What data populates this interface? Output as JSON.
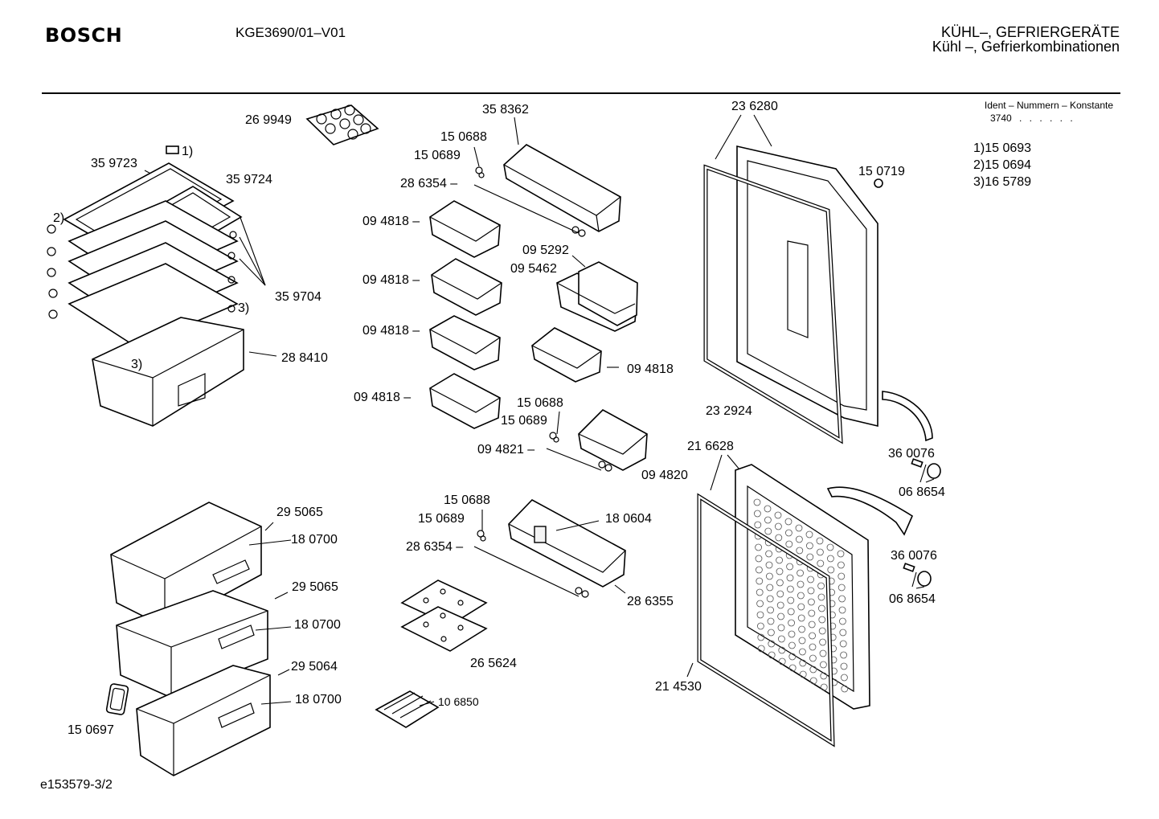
{
  "header": {
    "brand": "BOSCH",
    "model": "KGE3690/01–V01",
    "category_line1": "KÜHL–, GEFRIERGERÄTE",
    "category_line2": "Kühl –, Gefrierkombinationen"
  },
  "ident": {
    "title": "Ident – Nummern – Konstante",
    "value": "3740",
    "dots": ". .   . . . .",
    "notes": [
      "1)15 0693",
      "2)15 0694",
      "3)16 5789"
    ]
  },
  "footer": {
    "code": "e153579-3/2"
  },
  "parts": {
    "p269949": "26 9949",
    "p359723": "35 9723",
    "p359724": "35 9724",
    "p359704": "35 9704",
    "p288410": "28 8410",
    "m1": "1)",
    "m2": "2)",
    "m3a": "3)",
    "m3b": "3)",
    "p358362": "35 8362",
    "p150688a": "15 0688",
    "p150689a": "15 0689",
    "p286354a": "28 6354 –",
    "p094818a": "09 4818 –",
    "p094818b": "09 4818 –",
    "p094818c": "09 4818 –",
    "p094818d": "09 4818 –",
    "p095292": "09 5292",
    "p095462": "09 5462",
    "p094818e": "09 4818",
    "p150688b": "15 0688",
    "p150689b": "15 0689",
    "p094821": "09 4821 –",
    "p094820": "09 4820",
    "p150688c": "15 0688",
    "p150689c": "15 0689",
    "p286354b": "28 6354 –",
    "p180604": "18 0604",
    "p286355": "28 6355",
    "p265624": "26 5624",
    "p106850": "10 6850",
    "p295065a": "29 5065",
    "p180700a": "18 0700",
    "p295065b": "29 5065",
    "p180700b": "18 0700",
    "p295064": "29 5064",
    "p180700c": "18 0700",
    "p150697": "15 0697",
    "p236280": "23 6280",
    "p150719": "15 0719",
    "p232924": "23 2924",
    "p216628": "21 6628",
    "p214530": "21 4530",
    "p360076a": "36 0076",
    "p068654a": "06 8654",
    "p360076b": "36 0076",
    "p068654b": "06 8654"
  }
}
